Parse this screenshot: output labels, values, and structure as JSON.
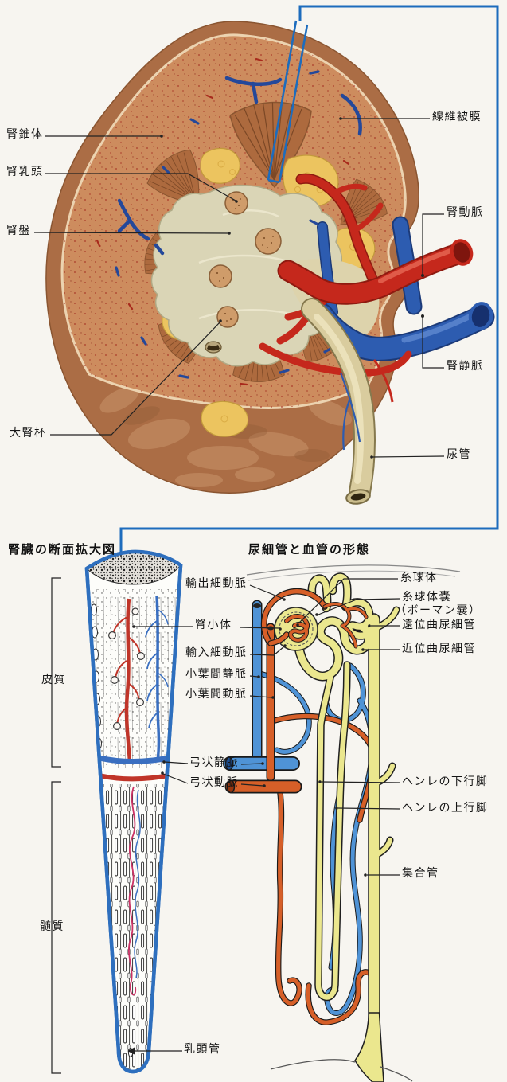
{
  "figure_type": "anatomical diagram of the kidney (cross-section) with enlarged cortex wedge and nephron/vessel schematic",
  "colors": {
    "frame_blue": "#1d6cbd",
    "artery_red": "#c5281c",
    "vein_blue": "#2d5cb0",
    "arteriole_orange": "#d65f28",
    "capillary_blue": "#4f93d6",
    "tubule_yellow": "#ebe78e",
    "fat_yellow": "#ecc45f",
    "pelvis_cream": "#dad5b6",
    "cortex_tan": "#cd8c5e",
    "kidney_brown": "#ab6d45",
    "vasa_recta_pink": "#cc3366"
  },
  "labels": {
    "top": {
      "renal_pyramid": "腎錐体",
      "renal_papilla": "腎乳頭",
      "renal_pelvis": "腎盤",
      "major_calyx": "大腎杯",
      "fibrous_capsule": "線維被膜",
      "renal_artery": "腎動脈",
      "renal_vein": "腎静脈",
      "ureter": "尿管"
    },
    "left_figure": {
      "title": "腎臓の断面拡大図",
      "cortex": "皮質",
      "medulla": "髄質",
      "papillary_duct": "乳頭管"
    },
    "middle": {
      "efferent_arteriole": "輸出細動脈",
      "renal_corpuscle": "腎小体",
      "afferent_arteriole": "輸入細動脈",
      "interlobular_vein": "小葉間静脈",
      "interlobular_artery": "小葉間動脈",
      "arcuate_vein": "弓状静脈",
      "arcuate_artery": "弓状動脈"
    },
    "right_figure": {
      "title": "尿細管と血管の形態",
      "glomerulus": "糸球体",
      "glomerular_capsule": "糸球体嚢",
      "bowman_capsule": "（ボーマン嚢）",
      "distal_convoluted_tubule": "遠位曲尿細管",
      "proximal_convoluted_tubule": "近位曲尿細管",
      "henle_descending": "ヘンレの下行脚",
      "henle_ascending": "ヘンレの上行脚",
      "collecting_duct": "集合管"
    }
  }
}
